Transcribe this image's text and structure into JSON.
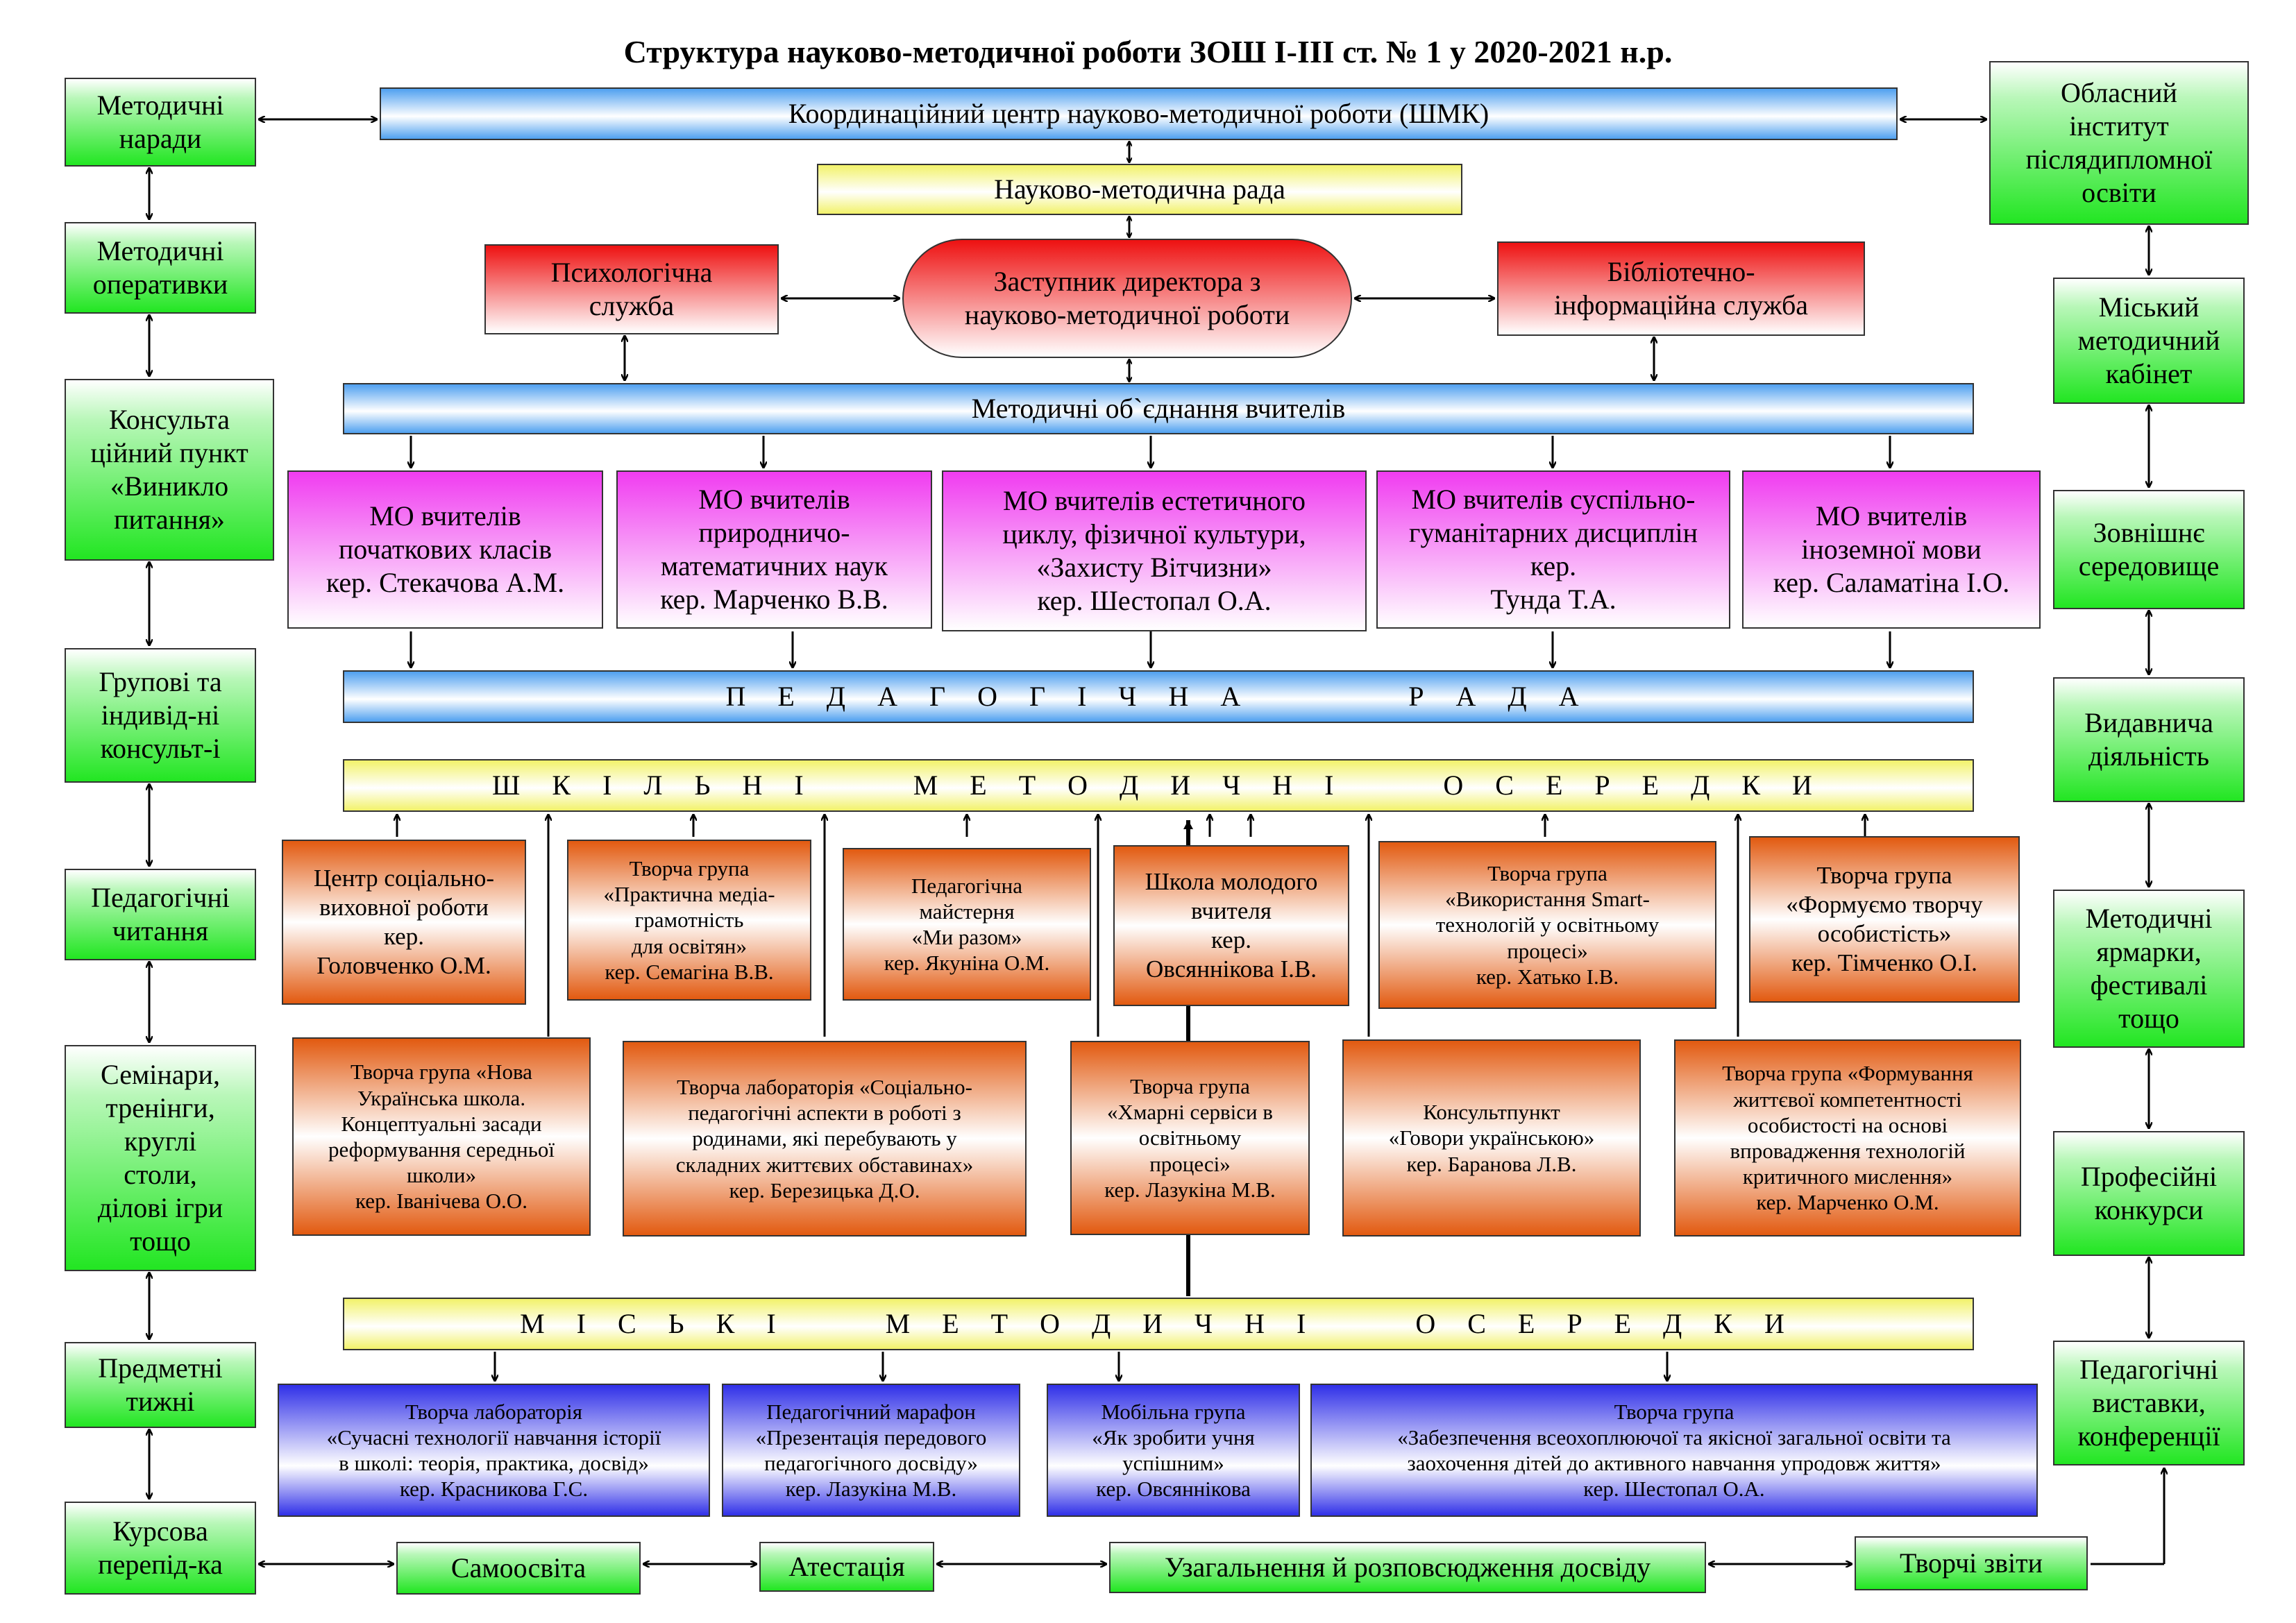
{
  "title": "Структура науково-методичної роботи ЗОШ І-ІІІ ст. № 1 у 2020-2021 н.р.",
  "center": {
    "coordination": "Координаційний центр науково-методичної роботи  (ШМК)",
    "council": "Науково-методична рада",
    "deputy": "Заступник директора з\nнауково-методичної роботи",
    "psych": "Психологічна\nслужба",
    "library": "Бібліотечно-\nінформаційна служба",
    "mo_bar": "Методичні об`єднання вчителів",
    "ped_council": "П Е Д А Г О Г І Ч Н А        Р А Д А",
    "school_cells": "Ш К І Л Ь Н І     М Е Т О Д И Ч Н І     О С Е Р Е Д К И",
    "city_cells": "М І С Ь К І     М Е Т О Д И Ч Н І     О С Е Р Е Д К И"
  },
  "mo": [
    "МО вчителів\nпочаткових класів\nкер. Стекачова А.М.",
    "МО вчителів\nприродничо-\nматематичних наук\nкер. Марченко В.В.",
    "МО вчителів естетичного\nциклу, фізичної культури,\n«Захисту Вітчизни»\nкер. Шестопал О.А.",
    "МО вчителів суспільно-\nгуманітарних дисциплін\nкер.\nТунда Т.А.",
    "МО вчителів\nіноземної мови\nкер. Саламатіна І.О."
  ],
  "school_row1": [
    "Центр соціально-\nвиховної роботи\nкер.\nГоловченко О.М.",
    "Творча група\n«Практична медіа-\nграмотність\nдля освітян»\nкер. Семагіна В.В.",
    "Педагогічна\nмайстерня\n«Ми разом»\nкер. Якуніна О.М.",
    "Школа молодого\nвчителя\nкер.\nОвсяннікова І.В.",
    "Творча група\n«Використання Smart-\nтехнологій у освітньому\nпроцесі»\nкер. Хатько І.В.",
    "Творча група\n«Формуємо творчу\nособистість»\nкер. Тімченко О.І."
  ],
  "school_row2": [
    "Творча група «Нова\nУкраїнська школа.\nКонцептуальні засади\nреформування середньої\nшколи»\nкер. Іванічева О.О.",
    "Творча лабораторія «Соціально-\nпедагогічні аспекти в роботі з\nродинами, які перебувають у\nскладних життєвих обставинах»\nкер. Березицька Д.О.",
    "Творча група\n«Хмарні сервіси в\nосвітньому\nпроцесі»\nкер. Лазукіна М.В.",
    "Консультпункт\n«Говори українською»\nкер. Баранова Л.В.",
    "Творча група «Формування\nжиттєвої компетентності\nособистості на основі\nвпровадження технологій\nкритичного мислення»\nкер. Марченко О.М."
  ],
  "city": [
    "Творча лабораторія\n«Сучасні технології навчання історії\nв школі: теорія, практика, досвід»\nкер. Красникова Г.С.",
    "Педагогічний марафон\n«Презентація передового\nпедагогічного досвіду»\nкер. Лазукіна М.В.",
    "Мобільна група\n«Як зробити учня\nуспішним»\nкер. Овсяннікова",
    "Творча група\n«Забезпечення всеохоплюючої та якісної загальної освіти та\nзаохочення дітей до активного навчання упродовж життя»\nкер. Шестопал О.А."
  ],
  "left": [
    "Методичні\nнаради",
    "Методичні\nоперативки",
    "Консульта\nційний пункт\n«Виникло\nпитання»",
    "Групові та\nіндивід-ні\nконсульт-і",
    "Педагогічні\nчитання",
    "Семінари,\nтренінги,\nкруглі\nстоли,\nділові ігри\nтощо",
    "Предметні\nтижні",
    "Курсова\nперепід-ка"
  ],
  "right": [
    "Обласний\nінститут\nпіслядипломної\nосвіти",
    "Міський\nметодичний\nкабінет",
    "Зовнішнє\nсередовище",
    "Видавнича\nдіяльність",
    "Методичні\nярмарки,\nфестивалі\nтощо",
    "Професійні\nконкурси",
    "Педагогічні\nвиставки,\nконференції"
  ],
  "bottom": [
    "Самоосвіта",
    "Атестація",
    "Узагальнення й розповсюдження досвіду",
    "Творчі звіти"
  ]
}
